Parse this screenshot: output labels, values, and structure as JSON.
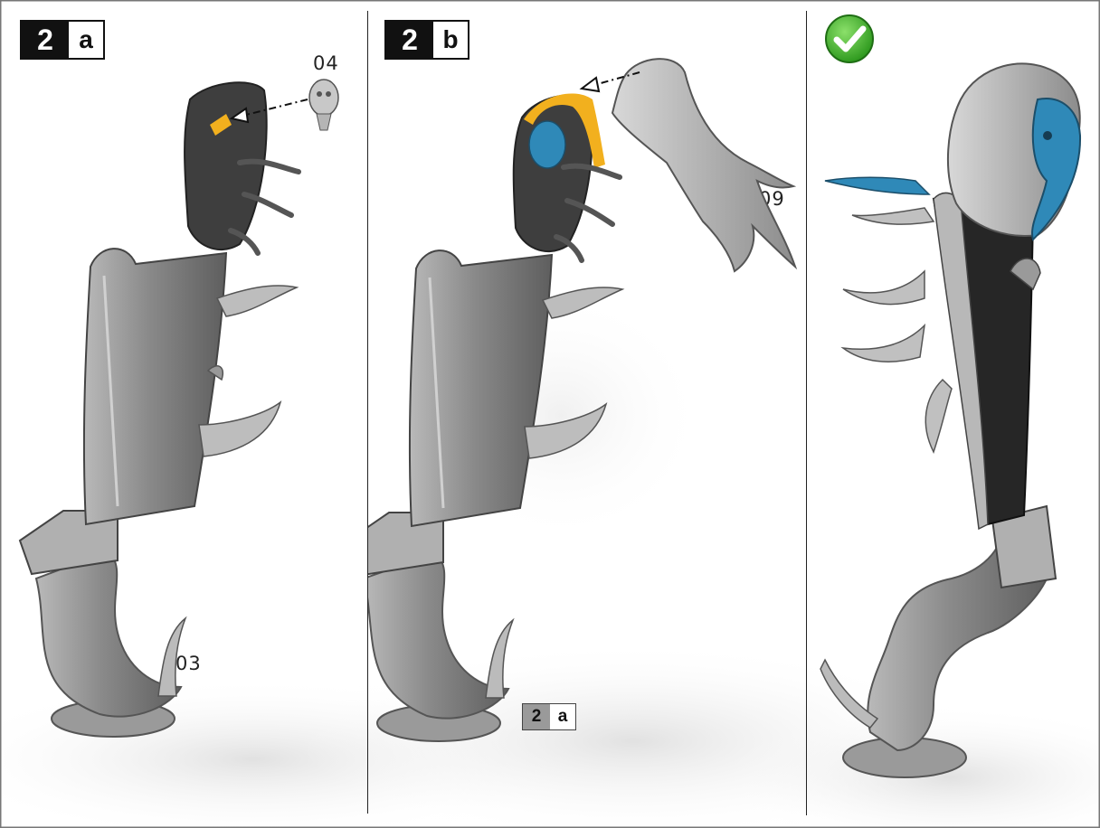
{
  "panels": [
    {
      "step_number": "2",
      "step_letter": "a",
      "part_labels": [
        "04",
        "03"
      ]
    },
    {
      "step_number": "2",
      "step_letter": "b",
      "part_labels": [
        "09"
      ],
      "reference": {
        "step_number": "2",
        "step_letter": "a"
      }
    },
    {
      "status": "complete"
    }
  ],
  "colors": {
    "glue_highlight": "#f2b01e",
    "new_part": "#2f89b8",
    "model_gray": "#8e8e8e",
    "model_dark": "#3a3a3a",
    "check_green": "#3fae2a"
  },
  "icons": [
    "arrow-icon",
    "checkmark-icon"
  ]
}
